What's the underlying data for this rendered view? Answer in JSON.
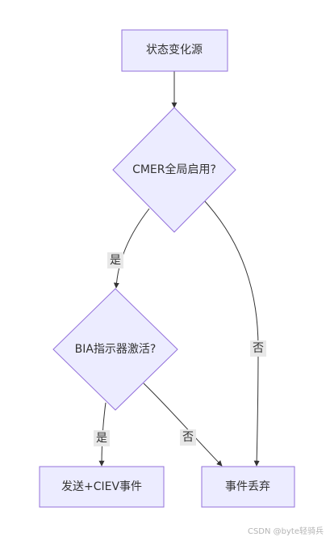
{
  "nodes": {
    "source": "状态变化源",
    "cmer_enabled": "CMER全局启用?",
    "bia_active": "BIA指示器激活?",
    "send_ciev": "发送+CIEV事件",
    "discard": "事件丢弃"
  },
  "edges": {
    "cmer_yes": "是",
    "cmer_no": "否",
    "bia_yes": "是",
    "bia_no": "否"
  },
  "watermark": "CSDN @byte轻骑兵",
  "colors": {
    "node_fill": "#ececff",
    "node_stroke": "#9370db",
    "edge": "#333333",
    "edge_label_bg": "#e8e8e8"
  }
}
